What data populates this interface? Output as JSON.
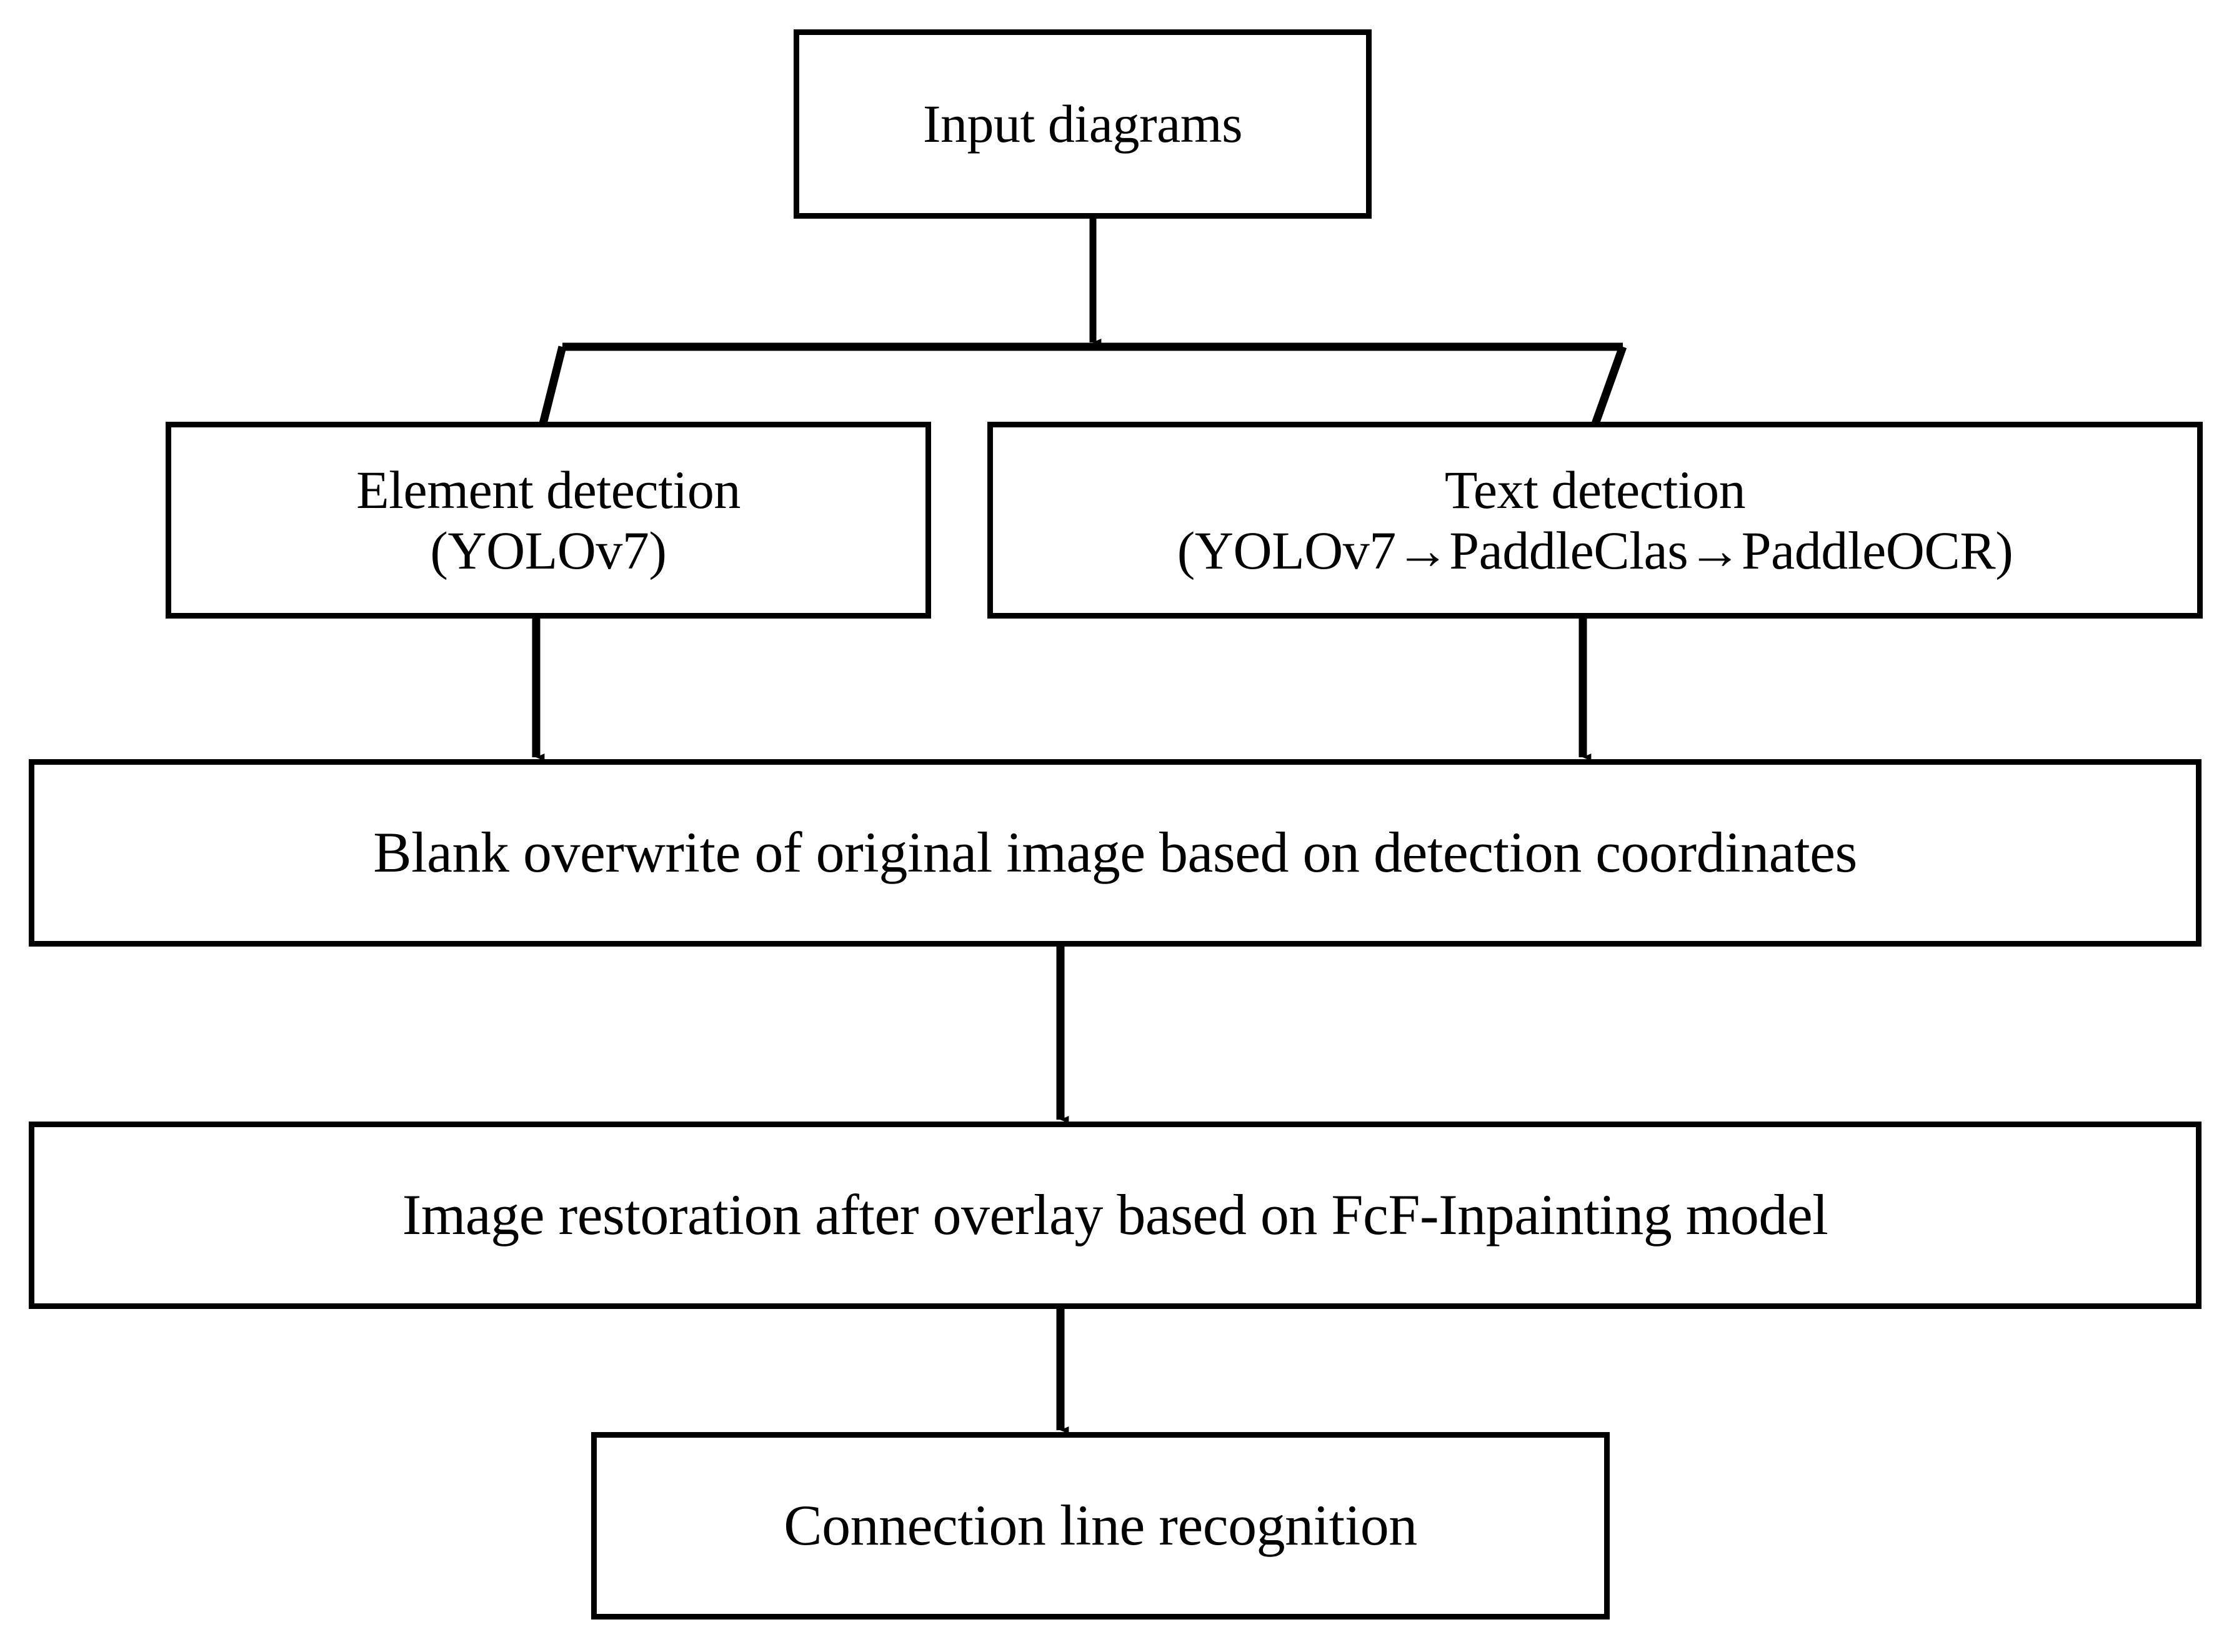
{
  "diagram": {
    "title": "Diagram recognition pipeline flowchart",
    "orientation": "top-to-bottom",
    "stroke_color": "#000000",
    "fill_color": "#ffffff",
    "nodes": [
      {
        "id": "input",
        "label": "Input diagrams"
      },
      {
        "id": "element",
        "label": "Element detection\n(YOLOv7)"
      },
      {
        "id": "text",
        "label": "Text detection\n(YOLOv7→PaddleClas→PaddleOCR)"
      },
      {
        "id": "blank",
        "label": "Blank overwrite of original image based on detection coordinates"
      },
      {
        "id": "restore",
        "label": "Image restoration after overlay based on FcF-Inpainting model"
      },
      {
        "id": "connection",
        "label": "Connection line recognition"
      }
    ],
    "edges": [
      {
        "from": "input",
        "to": "split",
        "style": "arrow-down"
      },
      {
        "from": "split",
        "to": "element",
        "style": "bracket-left"
      },
      {
        "from": "split",
        "to": "text",
        "style": "bracket-right"
      },
      {
        "from": "element",
        "to": "blank",
        "style": "arrow-down"
      },
      {
        "from": "text",
        "to": "blank",
        "style": "arrow-down"
      },
      {
        "from": "blank",
        "to": "restore",
        "style": "arrow-down"
      },
      {
        "from": "restore",
        "to": "connection",
        "style": "arrow-down"
      }
    ]
  }
}
